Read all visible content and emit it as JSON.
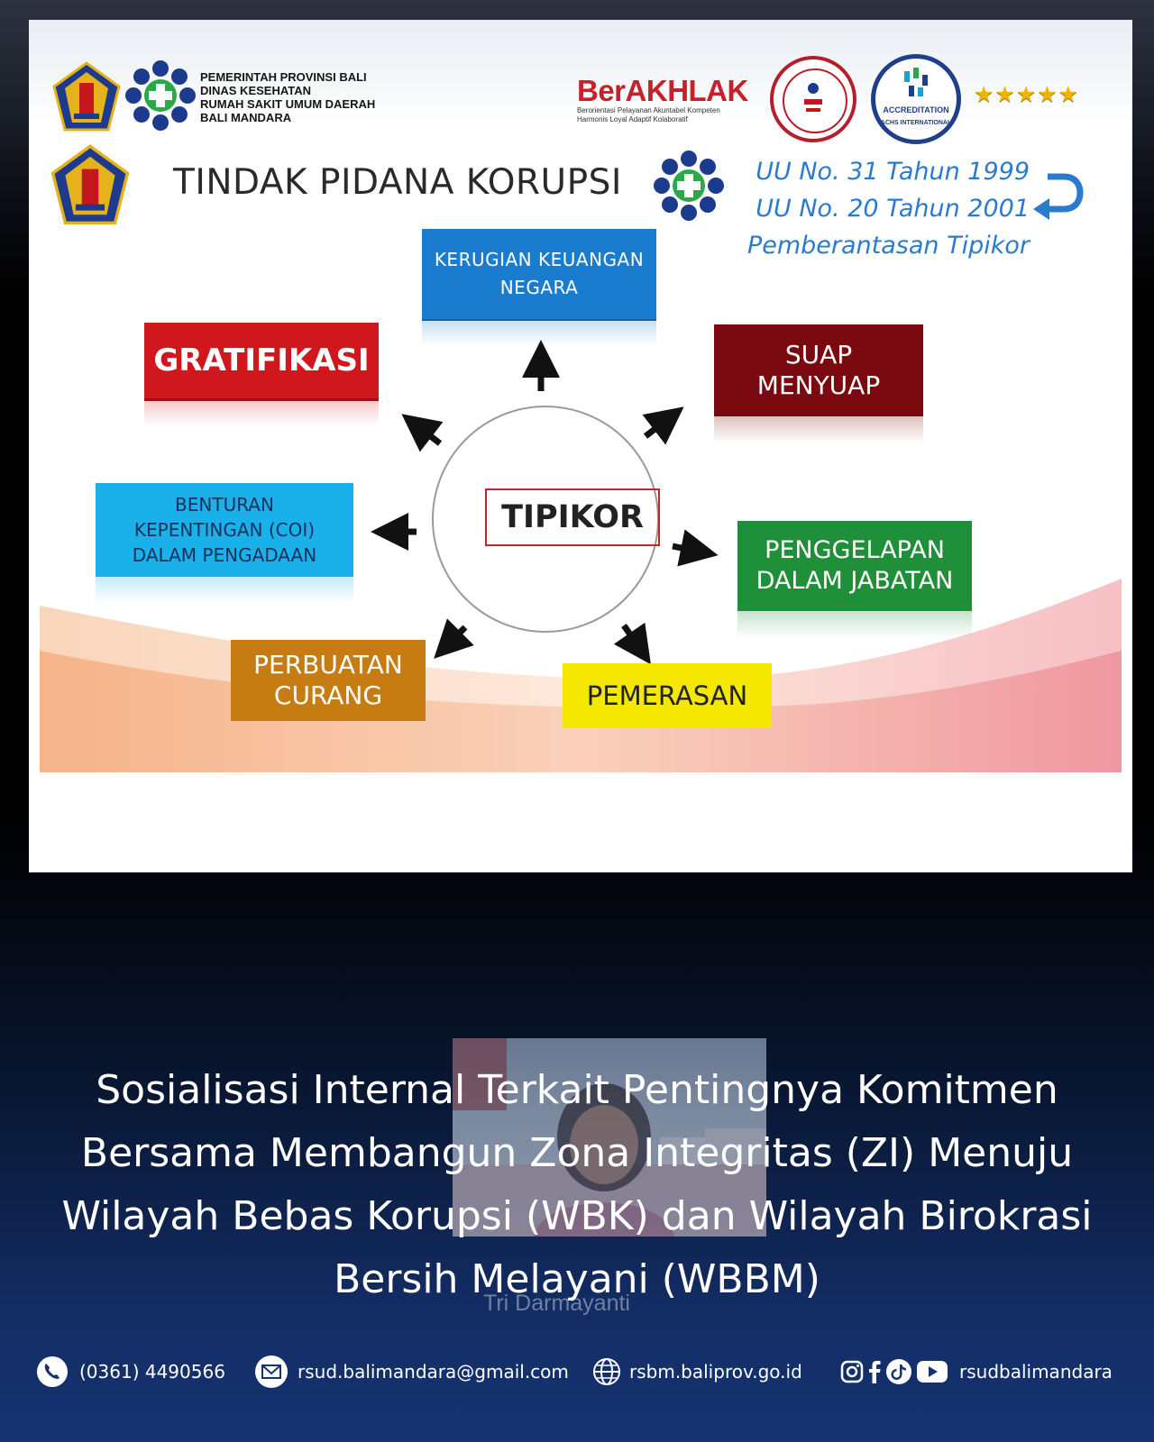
{
  "header": {
    "gov_lines": [
      "PEMERINTAH PROVINSI BALI",
      "DINAS KESEHATAN",
      "RUMAH SAKIT UMUM DAERAH",
      "BALI MANDARA"
    ],
    "berakhlak_title": "BerAKHLAK",
    "berakhlak_sub1": "Berorientasi Pelayanan Akuntabel Kompeten",
    "berakhlak_sub2": "Harmonis Loyal Adaptif Kolaboratif",
    "accreditation_label": "ACCREDITATION",
    "accreditation_sub": "ACHS INTERNATIONAL",
    "stars": "★★★★★"
  },
  "slide": {
    "title": "TINDAK PIDANA KORUPSI",
    "law_lines": [
      "UU No. 31 Tahun 1999",
      "UU No. 20 Tahun 2001",
      "Pemberantasan Tipikor"
    ],
    "center": "TIPIKOR",
    "boxes": {
      "kerugian": [
        "KERUGIAN KEUANGAN",
        "NEGARA"
      ],
      "gratifikasi": "GRATIFIKASI",
      "suap": [
        "SUAP",
        "MENYUAP"
      ],
      "benturan": [
        "BENTURAN",
        "KEPENTINGAN (COI)",
        "DALAM PENGADAAN"
      ],
      "penggelapan": [
        "PENGGELAPAN",
        "DALAM JABATAN"
      ],
      "perbuatan": [
        "PERBUATAN",
        "CURANG"
      ],
      "pemerasan": "PEMERASAN"
    },
    "colors": {
      "kerugian": "#1a7ccf",
      "gratifikasi": "#d0171e",
      "suap": "#7a0a0f",
      "benturan": "#1ab0ea",
      "penggelapan": "#1f8f3a",
      "perbuatan": "#c67c12",
      "pemerasan": "#f5e800"
    }
  },
  "caption": "Sosialisasi Internal Terkait Pentingnya Komitmen Bersama Membangun Zona Integritas (ZI) Menuju Wilayah Bebas Korupsi (WBK) dan Wilayah Birokrasi Bersih Melayani (WBBM)",
  "video": {
    "participant_name": "Tri Darmayanti"
  },
  "footer": {
    "phone": "(0361) 4490566",
    "email": "rsud.balimandara@gmail.com",
    "website": "rsbm.baliprov.go.id",
    "social": "rsudbalimandara"
  }
}
